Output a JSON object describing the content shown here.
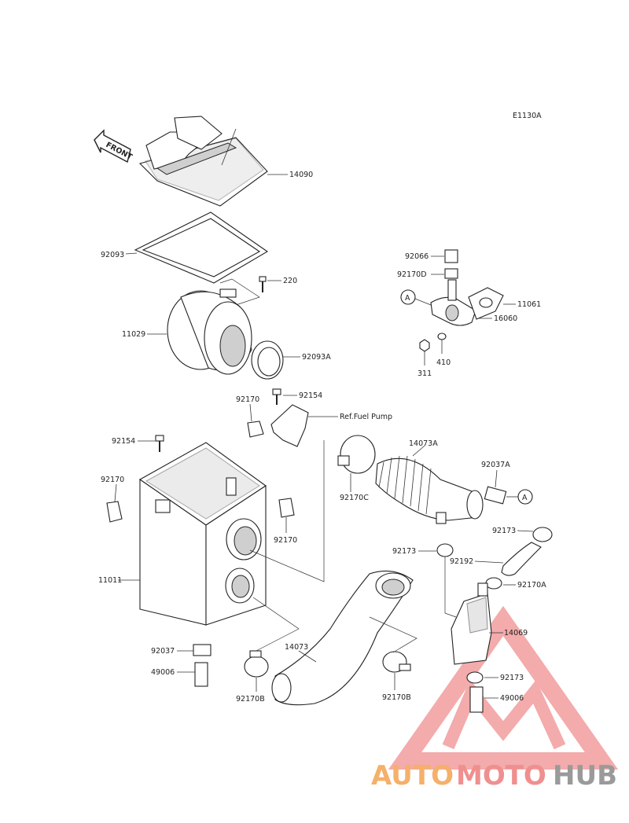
{
  "diagram_code": "E1130A",
  "front_label": "FRONT",
  "ref_note": "Ref.Fuel Pump",
  "callout_marker": "A",
  "parts": {
    "p14090": "14090",
    "p92093": "92093",
    "p220": "220",
    "p11029": "11029",
    "p92093A": "92093A",
    "p92154a": "92154",
    "p92170a": "92170",
    "p92154b": "92154",
    "p92170b": "92170",
    "p92170c": "92170",
    "p11011": "11011",
    "p92037": "92037",
    "p49006a": "49006",
    "p92170B_l": "92170B",
    "p14073": "14073",
    "p92170B_r": "92170B",
    "p92170C": "92170C",
    "p14073A": "14073A",
    "p92037A": "92037A",
    "p92173a": "92173",
    "p92173b": "92173",
    "p92192": "92192",
    "p92170A": "92170A",
    "p14069": "14069",
    "p92173c": "92173",
    "p49006b": "49006",
    "p92066": "92066",
    "p92170D": "92170D",
    "p11061": "11061",
    "p16060": "16060",
    "p410": "410",
    "p311": "311"
  },
  "watermark": {
    "part1": "AUTO",
    "part2": "MOTO",
    "part3": "HUB",
    "color1": "#f5b06a",
    "color2": "#f08f8f",
    "color3": "#9a9a9a",
    "logo_color": "#f08f8f"
  }
}
